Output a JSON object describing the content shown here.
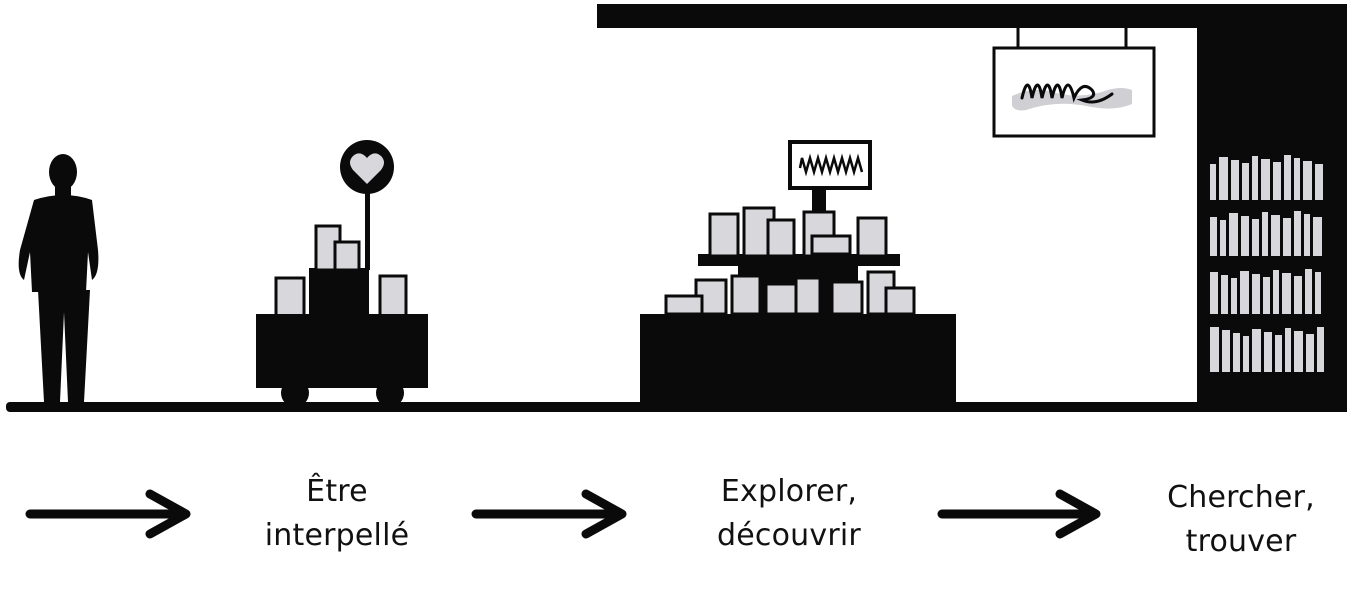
{
  "colors": {
    "ink": "#0a0a0a",
    "book": "#d8d8dc",
    "background": "#ffffff"
  },
  "icons": [
    "person-figure-icon",
    "heart-icon",
    "arrow-right-icon",
    "book-icon"
  ],
  "stages": [
    {
      "line1": "Être",
      "line2": "interpellé"
    },
    {
      "line1": "Explorer,",
      "line2": "découvrir"
    },
    {
      "line1": "Chercher,",
      "line2": "trouver"
    }
  ]
}
